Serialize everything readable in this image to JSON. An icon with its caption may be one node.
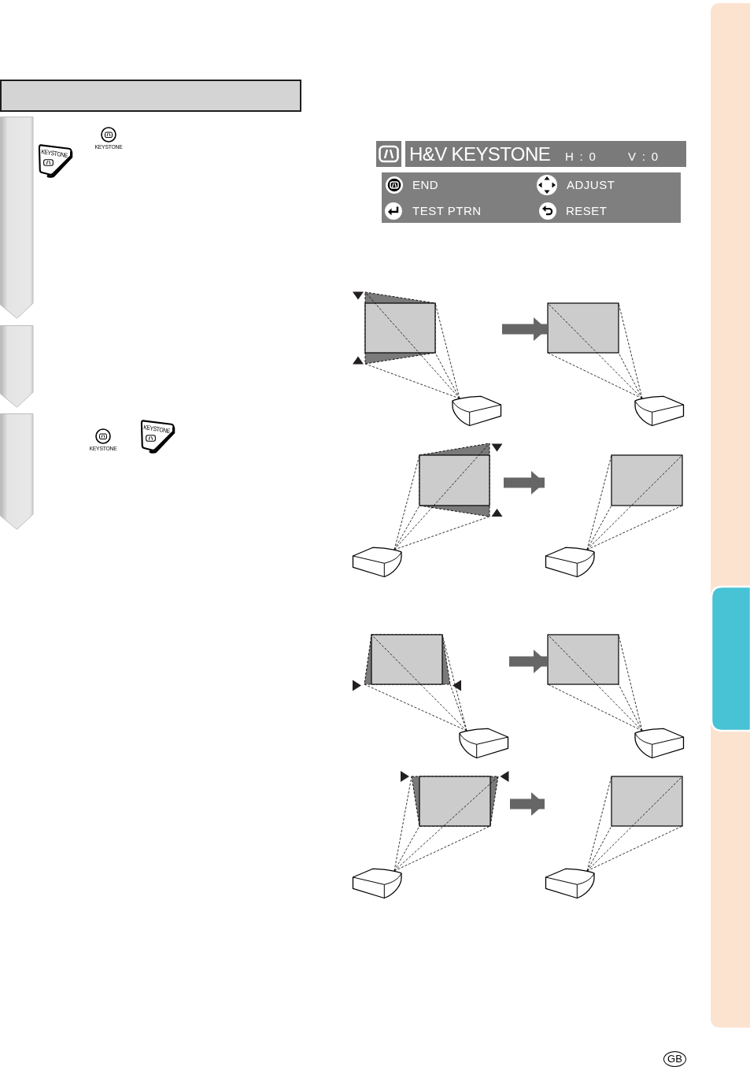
{
  "diagram": {
    "nodes": [
      {
        "text": [],
        "shape": "tab"
      },
      {
        "text": [
          "KEYSTONE"
        ]
      },
      {
        "text": [],
        "shape": "tab"
      },
      {
        "text": [],
        "shape": "tab"
      },
      {
        "text": [
          "KEYSTONE"
        ]
      },
      {
        "text": [
          "H&V KEYSTONE",
          "H : 0",
          "V : 0"
        ]
      },
      {
        "text": [
          "END",
          "ADJUST",
          "TEST PTRN",
          "RESET"
        ]
      },
      {
        "text": [],
        "shape": "picture"
      },
      {
        "text": [],
        "shape": "picture"
      },
      {
        "text": [],
        "shape": "picture"
      },
      {
        "text": [],
        "shape": "picture"
      },
      {
        "text": [],
        "shape": "picture"
      },
      {
        "text": [],
        "shape": "picture"
      },
      {
        "text": [],
        "shape": "picture"
      },
      {
        "text": [],
        "shape": "picture"
      },
      {
        "text": [
          "GB"
        ]
      }
    ],
    "edges": [
      {
        "from": 7,
        "to": 8,
        "arrow": "to"
      },
      {
        "from": 9,
        "to": 10,
        "arrow": "to"
      },
      {
        "from": 11,
        "to": 12,
        "arrow": "to"
      },
      {
        "from": 13,
        "to": 14,
        "arrow": "to"
      }
    ],
    "labels": [
      "KEYSTONE",
      "KEYSTONE"
    ]
  }
}
